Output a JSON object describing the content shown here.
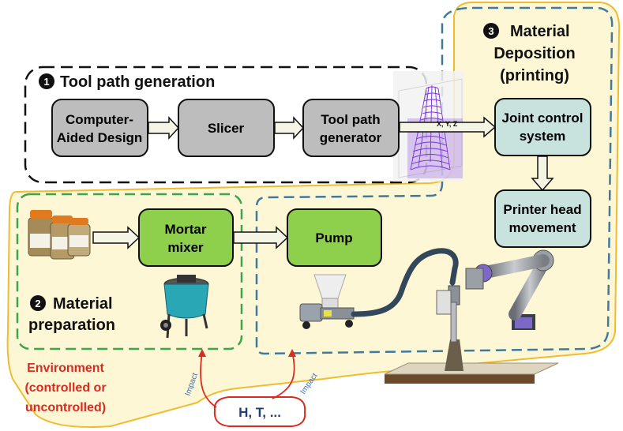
{
  "sections": {
    "toolpath": {
      "num": "1",
      "title": "Tool path generation"
    },
    "material": {
      "num": "2",
      "title_line1": "Material",
      "title_line2": "preparation"
    },
    "deposition": {
      "num": "3",
      "title_line1": "Material",
      "title_line2": "Deposition",
      "title_line3": "(printing)"
    }
  },
  "boxes": {
    "cad_line1": "Computer-",
    "cad_line2": "Aided Design",
    "slicer": "Slicer",
    "toolpath_line1": "Tool path",
    "toolpath_line2": "generator",
    "joint_line1": "Joint control",
    "joint_line2": "system",
    "printer_line1": "Printer head",
    "printer_line2": "movement",
    "mixer_line1": "Mortar",
    "mixer_line2": "mixer",
    "pump": "Pump"
  },
  "xyz_label": "X, Y, Z",
  "environment": {
    "line1": "Environment",
    "line2": "(controlled or",
    "line3": "uncontrolled)"
  },
  "factors": "H, T, ...",
  "impact_label": "Impact",
  "colors": {
    "grey_box": "#bdbdbd",
    "teal_box": "#c8e2dd",
    "green_box": "#8ed04b",
    "env_red": "#d92b20",
    "env_fill": "#fdf7d6",
    "env_border": "#f0bc2e",
    "blue_dash": "#41799a",
    "green_dash": "#3aa54a",
    "impact_blue": "#3d6fb6",
    "factors_text": "#1f3f78"
  }
}
